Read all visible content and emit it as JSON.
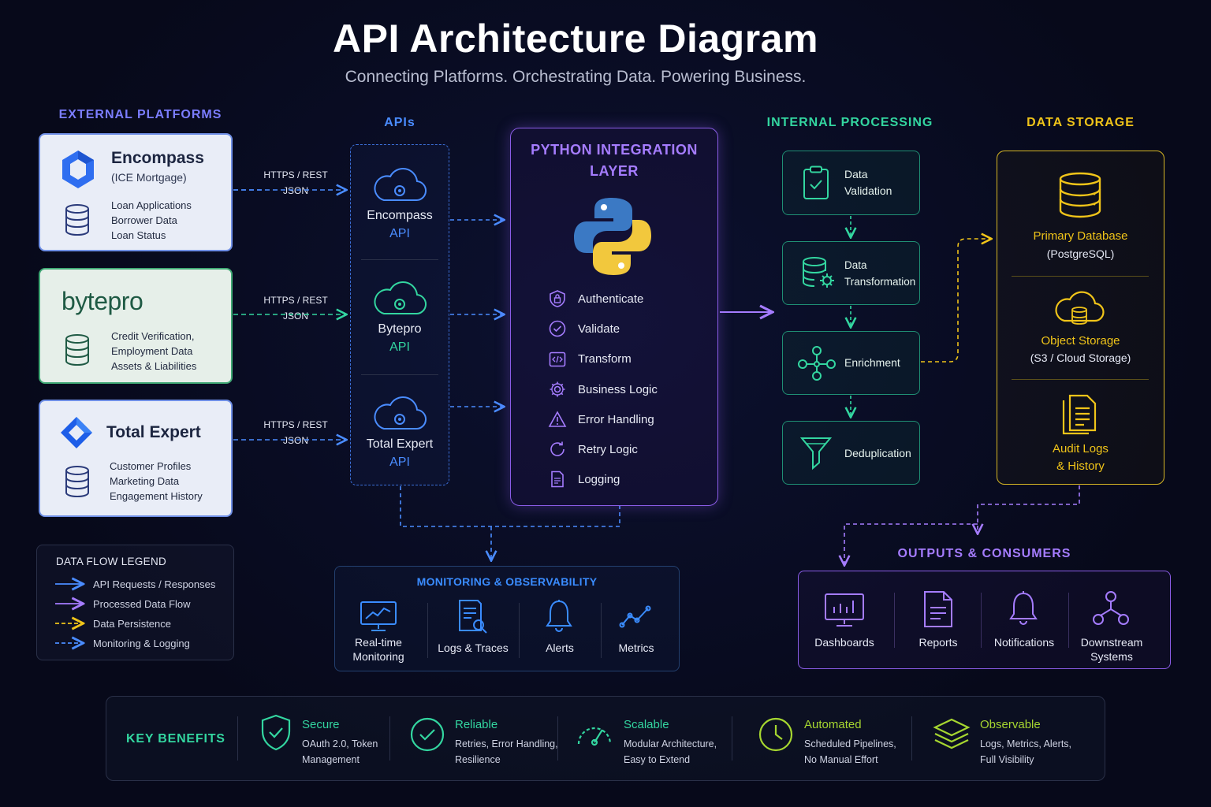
{
  "header": {
    "title": "API Architecture Diagram",
    "subtitle": "Connecting Platforms. Orchestrating Data. Powering Business."
  },
  "sections": {
    "external": "EXTERNAL PLATFORMS",
    "apis": "APIs",
    "internal": "INTERNAL PROCESSING",
    "storage": "DATA STORAGE",
    "outputs": "OUTPUTS & CONSUMERS",
    "monitoring": "MONITORING & OBSERVABILITY"
  },
  "colors": {
    "external": "#7b7dff",
    "apis": "#4a8cff",
    "python": "#a57cff",
    "internal": "#33d6a0",
    "storage": "#f0c419",
    "outputs": "#a57cff",
    "monitoring": "#3a8cff",
    "benefits": "#33d6a0"
  },
  "platforms": [
    {
      "name": "Encompass",
      "sub": "(ICE Mortgage)",
      "data": [
        "Loan Applications",
        "Borrower Data",
        "Loan Status"
      ],
      "protocol": [
        "HTTPS / REST",
        "JSON"
      ],
      "icon": "hexagon-logo-icon"
    },
    {
      "name": "bytepro",
      "data": [
        "Credit Verification,",
        "Employment Data",
        "Assets & Liabilities"
      ],
      "protocol": [
        "HTTPS / REST",
        "JSON"
      ]
    },
    {
      "name": "Total Expert",
      "data": [
        "Customer Profiles",
        "Marketing Data",
        "Engagement History"
      ],
      "protocol": [
        "HTTPS / REST",
        "JSON"
      ],
      "icon": "diamond-logo-icon"
    }
  ],
  "apis": [
    {
      "name": "Encompass",
      "sub": "API"
    },
    {
      "name": "Bytepro",
      "sub": "API"
    },
    {
      "name": "Total Expert",
      "sub": "API"
    }
  ],
  "python_layer": {
    "title_line1": "PYTHON INTEGRATION",
    "title_line2": "LAYER",
    "steps": [
      "Authenticate",
      "Validate",
      "Transform",
      "Business Logic",
      "Error Handling",
      "Retry Logic",
      "Logging"
    ]
  },
  "processing": [
    {
      "line1": "Data",
      "line2": "Validation"
    },
    {
      "line1": "Data",
      "line2": "Transformation"
    },
    {
      "line1": "Enrichment",
      "line2": ""
    },
    {
      "line1": "Deduplication",
      "line2": ""
    }
  ],
  "storage": [
    {
      "name": "Primary Database",
      "sub": "(PostgreSQL)"
    },
    {
      "name": "Object Storage",
      "sub": "(S3 / Cloud Storage)"
    },
    {
      "name_line1": "Audit Logs",
      "name_line2": "& History"
    }
  ],
  "legend": {
    "title": "DATA FLOW LEGEND",
    "items": [
      {
        "label": "API Requests / Responses",
        "color": "#4a8cff",
        "style": "solid"
      },
      {
        "label": "Processed Data Flow",
        "color": "#a57cff",
        "style": "solid"
      },
      {
        "label": "Data Persistence",
        "color": "#f0c419",
        "style": "dashed"
      },
      {
        "label": "Monitoring & Logging",
        "color": "#4a8cff",
        "style": "dashed"
      }
    ]
  },
  "monitoring": [
    {
      "line1": "Real-time",
      "line2": "Monitoring"
    },
    {
      "line1": "Logs & Traces",
      "line2": ""
    },
    {
      "line1": "Alerts",
      "line2": ""
    },
    {
      "line1": "Metrics",
      "line2": ""
    }
  ],
  "outputs": [
    {
      "line1": "Dashboards",
      "line2": ""
    },
    {
      "line1": "Reports",
      "line2": ""
    },
    {
      "line1": "Notifications",
      "line2": ""
    },
    {
      "line1": "Downstream",
      "line2": "Systems"
    }
  ],
  "benefits": {
    "title": "KEY BENEFITS",
    "items": [
      {
        "name": "Secure",
        "line1": "OAuth 2.0, Token",
        "line2": "Management",
        "color": "#33d6a0"
      },
      {
        "name": "Reliable",
        "line1": "Retries, Error Handling,",
        "line2": "Resilience",
        "color": "#33d6a0"
      },
      {
        "name": "Scalable",
        "line1": "Modular Architecture,",
        "line2": "Easy to Extend",
        "color": "#33d6a0"
      },
      {
        "name": "Automated",
        "line1": "Scheduled Pipelines,",
        "line2": "No Manual Effort",
        "color": "#a6d630"
      },
      {
        "name": "Observable",
        "line1": "Logs, Metrics, Alerts,",
        "line2": "Full Visibility",
        "color": "#a6d630"
      }
    ]
  }
}
